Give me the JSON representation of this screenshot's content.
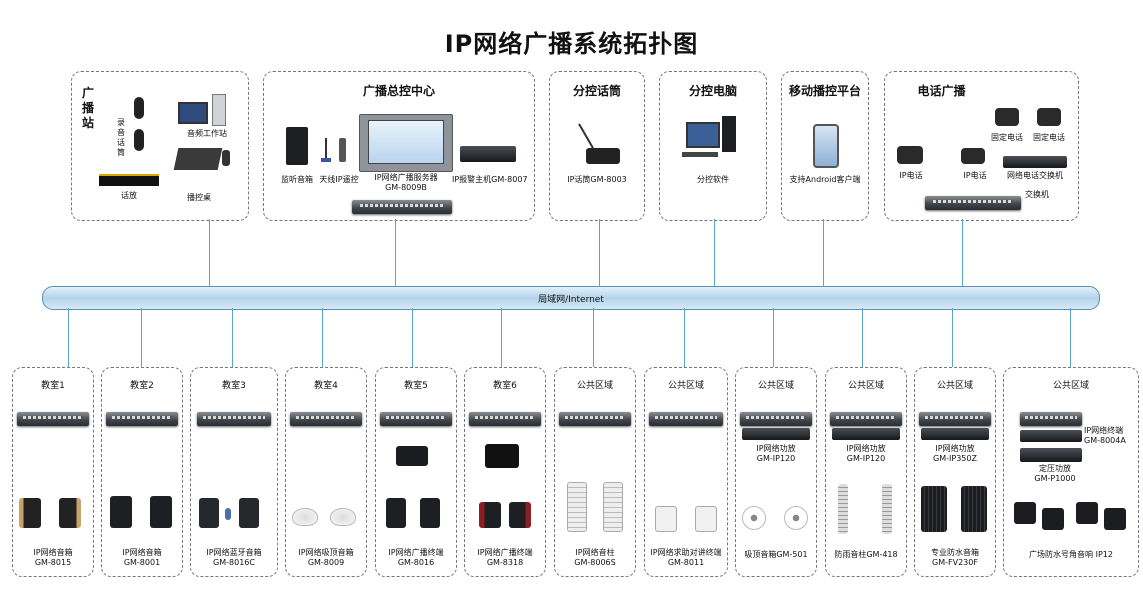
{
  "title": "IP网络广播系统拓扑图",
  "network": {
    "label": "局域网/Internet"
  },
  "top_boxes": {
    "station": {
      "title": "广播站",
      "mic_label": "录音话筒",
      "workstation_label": "音频工作站",
      "amp_label": "话放",
      "console_label": "播控桌"
    },
    "center": {
      "title": "广播总控中心",
      "monitor_label": "监听音箱",
      "wireless_label": "天线IP遥控",
      "server_label": "IP网络广播服务器",
      "server_model": "GM-8009B",
      "alarm_label": "IP报警主机GM-8007"
    },
    "mic": {
      "title": "分控话筒",
      "device_label": "IP话筒GM-8003"
    },
    "pc": {
      "title": "分控电脑",
      "device_label": "分控软件"
    },
    "mobile": {
      "title": "移动播控平台",
      "device_label": "支持Android客户端"
    },
    "phone": {
      "title": "电话广播",
      "fixed_phone_1": "固定电话",
      "fixed_phone_2": "固定电话",
      "ip_phone_1": "IP电话",
      "ip_phone_2": "IP电话",
      "exchange_label": "网络电话交换机",
      "switch_label": "交换机"
    }
  },
  "bottom_boxes": [
    {
      "title": "教室1",
      "device": "IP网络音箱",
      "model": "GM-8015"
    },
    {
      "title": "教室2",
      "device": "IP网络音箱",
      "model": "GM-8001"
    },
    {
      "title": "教室3",
      "device": "IP网络蓝牙音箱",
      "model": "GM-8016C"
    },
    {
      "title": "教室4",
      "device": "IP网络吸顶音箱",
      "model": "GM-8009"
    },
    {
      "title": "教室5",
      "device": "IP网络广播终端",
      "model": "GM-8016"
    },
    {
      "title": "教室6",
      "device": "IP网络广播终端",
      "model": "GM-8318"
    },
    {
      "title": "公共区域",
      "device": "IP网络音柱",
      "model": "GM-8006S"
    },
    {
      "title": "公共区域",
      "device": "IP网络求助对讲终端",
      "model": "GM-8011"
    },
    {
      "title": "公共区域",
      "amp_label": "IP网络功放",
      "amp_model": "GM-IP120",
      "device": "吸顶音箱GM-501",
      "model": ""
    },
    {
      "title": "公共区域",
      "amp_label": "IP网络功放",
      "amp_model": "GM-IP120",
      "device": "防雨音柱GM-418",
      "model": ""
    },
    {
      "title": "公共区域",
      "amp_label": "IP网络功放",
      "amp_model": "GM-IP350Z",
      "device": "专业防水音箱",
      "model": "GM-FV230F"
    },
    {
      "title": "公共区域",
      "amp_label": "IP网络终端",
      "amp_model": "GM-8004A",
      "amp2_label": "定压功放",
      "amp2_model": "GM-P1000",
      "device": "广场防水号角音响",
      "model": "IP12"
    }
  ]
}
